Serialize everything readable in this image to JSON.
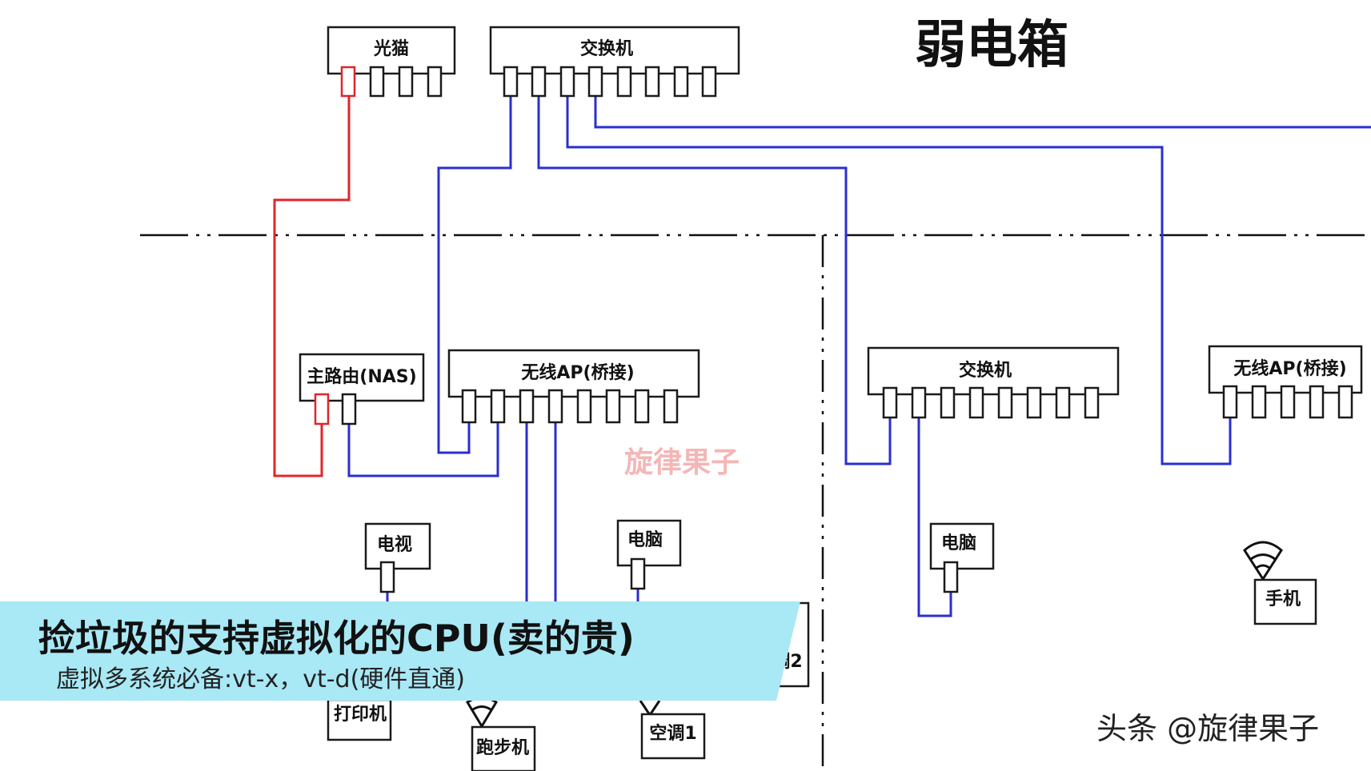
{
  "diagram": {
    "title": "弱电箱",
    "devices": {
      "optical_modem": "光猫",
      "switch_top": "交换机",
      "main_router": "主路由(NAS)",
      "wireless_ap_left": "无线AP(桥接)",
      "switch_right": "交换机",
      "wireless_ap_right": "无线AP(桥接)",
      "tv": "电视",
      "pc_left": "电脑",
      "pc_right": "电脑",
      "phone": "手机",
      "printer": "打印机",
      "treadmill": "跑步机",
      "aircon1": "空调1",
      "aircon2_partial": "调2"
    },
    "watermark": "旋律果子",
    "colors": {
      "ethernet": "#2a2fd0",
      "wan": "#e0252b"
    }
  },
  "caption": {
    "title": "捡垃圾的支持虚拟化的CPU(卖的贵)",
    "subtitle": "虚拟多系统必备:vt-x，vt-d(硬件直通)",
    "background": "#a9e8f5"
  },
  "credit": "头条 @旋律果子"
}
